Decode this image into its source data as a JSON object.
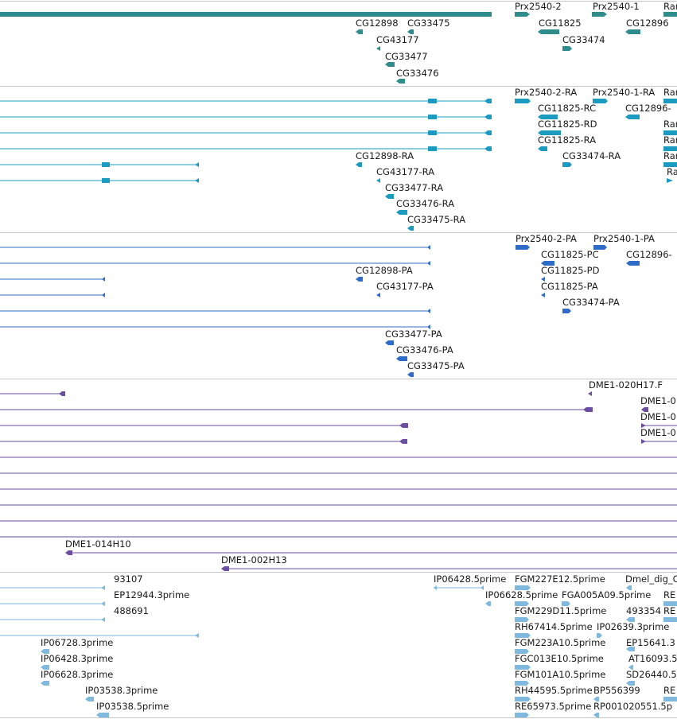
{
  "colors": {
    "gene": "#2f8c8c",
    "transcript": "#1a9bbf",
    "protein": "#2f6cc7",
    "clone": "#6b4ea1",
    "est": "#7fb9de",
    "divider": "#c8c8c8"
  },
  "tracks": {
    "gene": {
      "labels": [
        "Prx2540-2",
        "Prx2540-1",
        "Ran",
        "CG12898",
        "CG33475",
        "CG11825",
        "CG12896",
        "CG43177",
        "CG33474",
        "CG33477",
        "CG33476"
      ]
    },
    "transcript": {
      "labels": [
        "Prx2540-2-RA",
        "Prx2540-1-RA",
        "Ran",
        "CG11825-RC",
        "CG12896-",
        "CG11825-RD",
        "Ran",
        "CG11825-RA",
        "Ran",
        "CG12898-RA",
        "CG33474-RA",
        "Ran",
        "CG43177-RA",
        "Ra",
        "CG33477-RA",
        "CG33476-RA",
        "CG33475-RA"
      ]
    },
    "protein": {
      "labels": [
        "Prx2540-2-PA",
        "Prx2540-1-PA",
        "CG11825-PC",
        "CG12896-",
        "CG12898-PA",
        "CG11825-PD",
        "CG43177-PA",
        "CG11825-PA",
        "CG33474-PA",
        "CG33477-PA",
        "CG33476-PA",
        "CG33475-PA"
      ]
    },
    "clone": {
      "labels": [
        "DME1-020H17.F",
        "DME1-0",
        "DME1-0",
        "DME1-0",
        "DME1-014H10",
        "DME1-002H13"
      ]
    },
    "est": {
      "labels": [
        "93107",
        "IP06428.5prime",
        "FGM227E12.5prime",
        "Dmel_dig_C",
        "EP12944.3prime",
        "IP06628.5prime",
        "FGA005A09.5prime",
        "RE",
        "488691",
        "FGM229D11.5prime",
        "493354",
        "RE",
        "RH67414.5prime",
        "IP02639.3prime",
        "IP06728.3prime",
        "FGM223A10.5prime",
        "EP15641.3",
        "IP06428.3prime",
        "FGC013E10.5prime",
        "AT16093.5",
        "IP06628.3prime",
        "FGM101A10.5prime",
        "SD26440.5",
        "IP03538.3prime",
        "RH44595.5prime",
        "BP556399",
        "RE",
        "IP03538.5prime",
        "RE65973.5prime",
        "RP001020551.5p"
      ]
    }
  }
}
